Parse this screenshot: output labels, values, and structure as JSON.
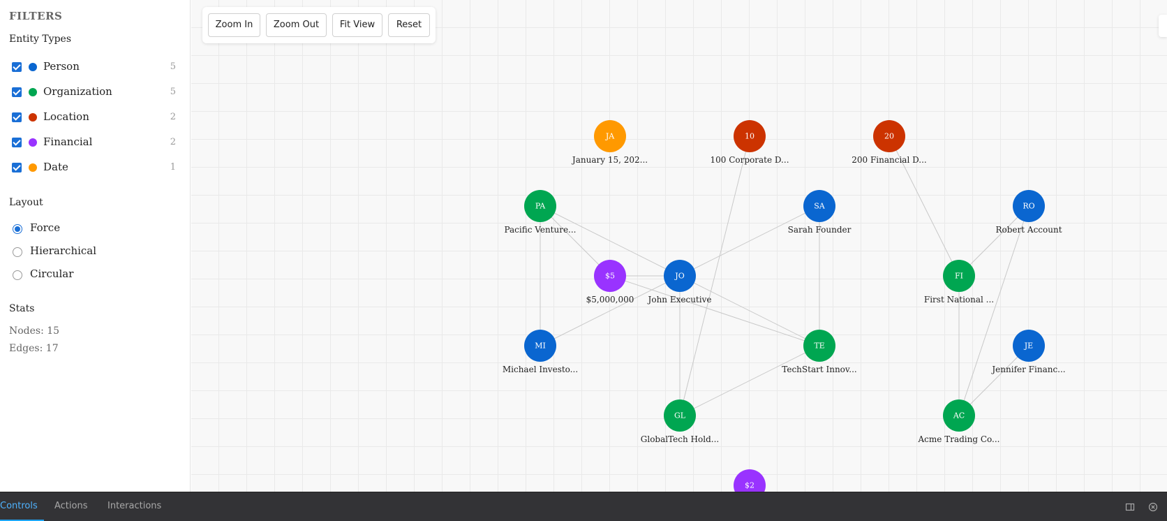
{
  "sidebar": {
    "title": "FILTERS",
    "entity_types_heading": "Entity Types",
    "entity_types": [
      {
        "label": "Person",
        "count": "5",
        "color": "#0a66d0",
        "checked": true
      },
      {
        "label": "Organization",
        "count": "5",
        "color": "#00a651",
        "checked": true
      },
      {
        "label": "Location",
        "count": "2",
        "color": "#cc3300",
        "checked": true
      },
      {
        "label": "Financial",
        "count": "2",
        "color": "#9933ff",
        "checked": true
      },
      {
        "label": "Date",
        "count": "1",
        "color": "#ff9900",
        "checked": true
      }
    ],
    "layout_heading": "Layout",
    "layouts": [
      {
        "label": "Force",
        "selected": true
      },
      {
        "label": "Hierarchical",
        "selected": false
      },
      {
        "label": "Circular",
        "selected": false
      }
    ],
    "stats_heading": "Stats",
    "stats": {
      "nodes": "Nodes: 15",
      "edges": "Edges: 17"
    }
  },
  "toolbar": {
    "zoom_in": "Zoom In",
    "zoom_out": "Zoom Out",
    "fit_view": "Fit View",
    "reset": "Reset"
  },
  "graph": {
    "nodes": [
      {
        "id": "ja",
        "abbr": "JA",
        "label": "January 15, 202...",
        "type": "Date"
      },
      {
        "id": "n10",
        "abbr": "10",
        "label": "100 Corporate D...",
        "type": "Location"
      },
      {
        "id": "n20",
        "abbr": "20",
        "label": "200 Financial D...",
        "type": "Location"
      },
      {
        "id": "pa",
        "abbr": "PA",
        "label": "Pacific Venture...",
        "type": "Organization"
      },
      {
        "id": "sa",
        "abbr": "SA",
        "label": "Sarah Founder",
        "type": "Person"
      },
      {
        "id": "ro",
        "abbr": "RO",
        "label": "Robert Account",
        "type": "Person"
      },
      {
        "id": "s5",
        "abbr": "$5",
        "label": "$5,000,000",
        "type": "Financial"
      },
      {
        "id": "jo",
        "abbr": "JO",
        "label": "John Executive",
        "type": "Person"
      },
      {
        "id": "fi",
        "abbr": "FI",
        "label": "First National ...",
        "type": "Organization"
      },
      {
        "id": "mi",
        "abbr": "MI",
        "label": "Michael Investo...",
        "type": "Person"
      },
      {
        "id": "te",
        "abbr": "TE",
        "label": "TechStart Innov...",
        "type": "Organization"
      },
      {
        "id": "je",
        "abbr": "JE",
        "label": "Jennifer Financ...",
        "type": "Person"
      },
      {
        "id": "gl",
        "abbr": "GL",
        "label": "GlobalTech Hold...",
        "type": "Organization"
      },
      {
        "id": "ac",
        "abbr": "AC",
        "label": "Acme Trading Co...",
        "type": "Organization"
      },
      {
        "id": "s2",
        "abbr": "$2",
        "label": "",
        "type": "Financial"
      }
    ],
    "edges": [
      [
        "pa",
        "jo"
      ],
      [
        "pa",
        "s5"
      ],
      [
        "pa",
        "mi"
      ],
      [
        "s5",
        "te"
      ],
      [
        "jo",
        "sa"
      ],
      [
        "jo",
        "te"
      ],
      [
        "jo",
        "gl"
      ],
      [
        "jo",
        "mi"
      ],
      [
        "sa",
        "te"
      ],
      [
        "te",
        "gl"
      ],
      [
        "n10",
        "gl"
      ],
      [
        "n20",
        "fi"
      ],
      [
        "ro",
        "fi"
      ],
      [
        "ro",
        "ac"
      ],
      [
        "fi",
        "ac"
      ],
      [
        "je",
        "ac"
      ],
      [
        "s5",
        "jo"
      ]
    ]
  },
  "bottom_panel": {
    "tabs": [
      {
        "label": "Controls",
        "active": true
      },
      {
        "label": "Actions",
        "active": false
      },
      {
        "label": "Interactions",
        "active": false
      }
    ]
  }
}
